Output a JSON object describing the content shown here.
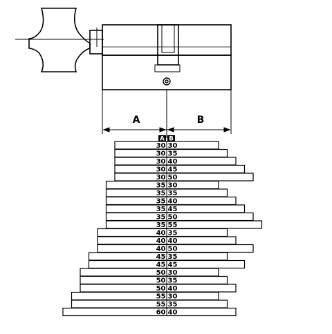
{
  "labels": {
    "dim_a": "A",
    "dim_b": "B",
    "header_a": "A",
    "header_b": "B"
  },
  "colors": {
    "line": "#000000",
    "background": "#ffffff",
    "header_fill": "#000000",
    "header_text": "#ffffff"
  },
  "rows": [
    {
      "a": 30,
      "b": 30
    },
    {
      "a": 30,
      "b": 35
    },
    {
      "a": 30,
      "b": 40
    },
    {
      "a": 30,
      "b": 45
    },
    {
      "a": 30,
      "b": 50
    },
    {
      "a": 35,
      "b": 30
    },
    {
      "a": 35,
      "b": 35
    },
    {
      "a": 35,
      "b": 40
    },
    {
      "a": 35,
      "b": 45
    },
    {
      "a": 35,
      "b": 50
    },
    {
      "a": 35,
      "b": 55
    },
    {
      "a": 40,
      "b": 35
    },
    {
      "a": 40,
      "b": 40
    },
    {
      "a": 40,
      "b": 50
    },
    {
      "a": 45,
      "b": 35
    },
    {
      "a": 45,
      "b": 45
    },
    {
      "a": 50,
      "b": 30
    },
    {
      "a": 50,
      "b": 35
    },
    {
      "a": 50,
      "b": 40
    },
    {
      "a": 55,
      "b": 30
    },
    {
      "a": 55,
      "b": 35
    },
    {
      "a": 60,
      "b": 40
    }
  ]
}
